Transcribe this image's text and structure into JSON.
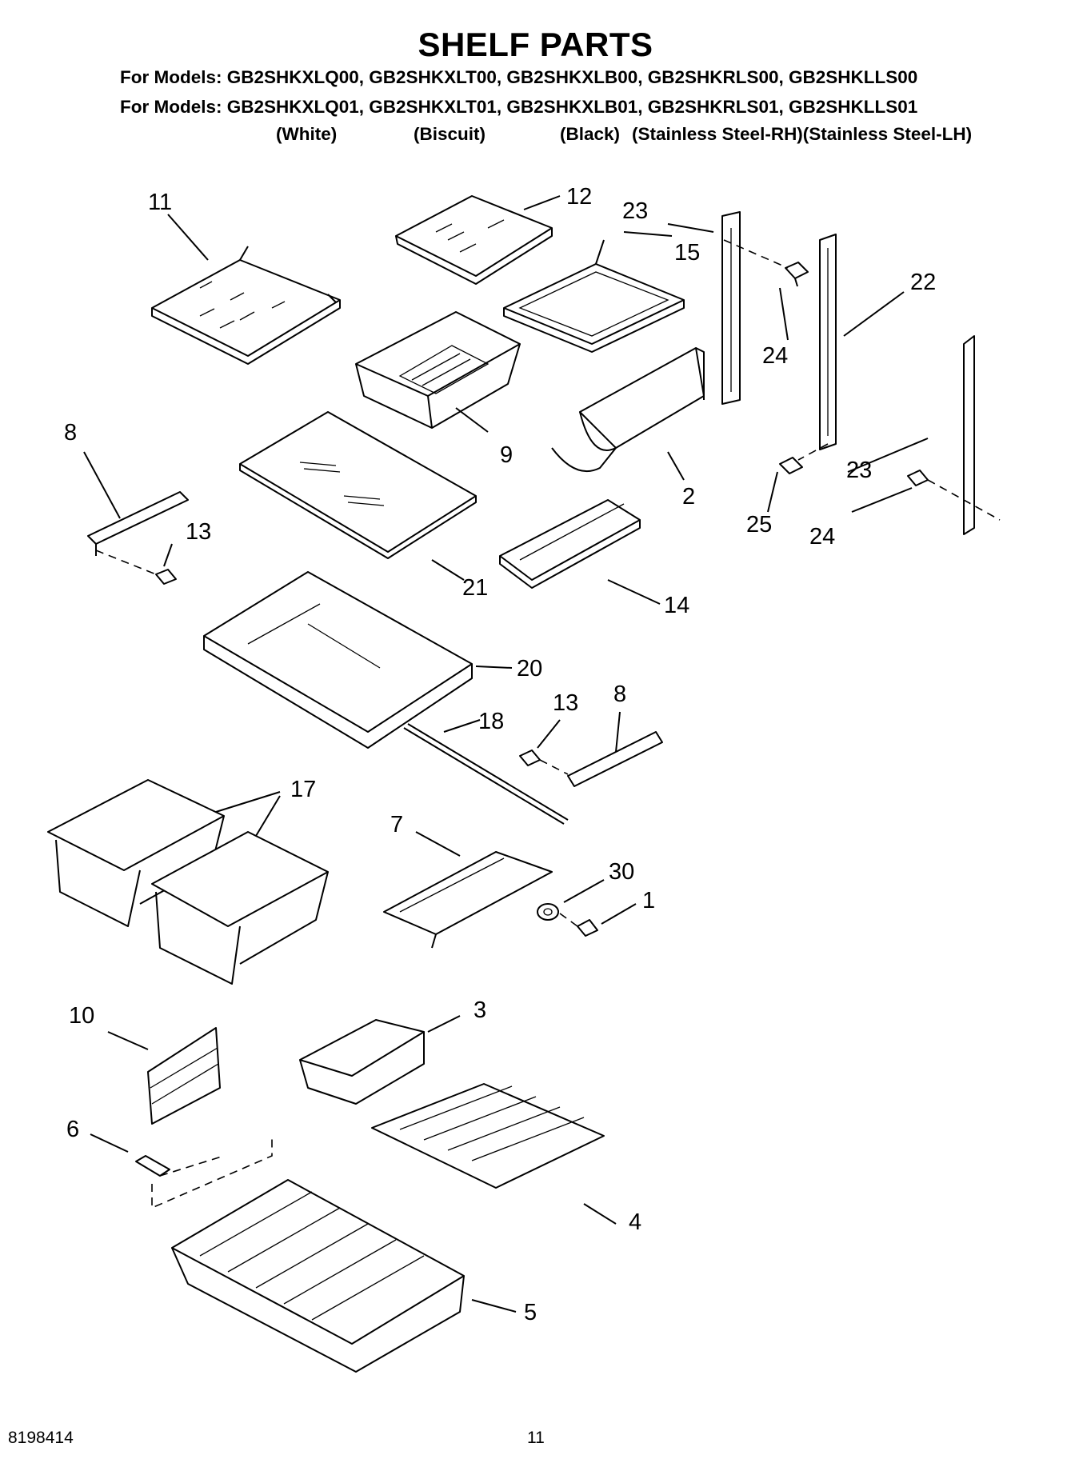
{
  "header": {
    "title": "SHELF PARTS",
    "models_line1": "For Models: GB2SHKXLQ00, GB2SHKXLT00, GB2SHKXLB00, GB2SHKRLS00, GB2SHKLLS00",
    "models_line2": "For Models: GB2SHKXLQ01, GB2SHKXLT01, GB2SHKXLB01, GB2SHKRLS01, GB2SHKLLS01",
    "variants": [
      "(White)",
      "(Biscuit)",
      "(Black)",
      "(Stainless Steel-RH)(Stainless Steel-LH)"
    ]
  },
  "callouts": [
    {
      "id": "11",
      "label": "11"
    },
    {
      "id": "12",
      "label": "12"
    },
    {
      "id": "23a",
      "label": "23"
    },
    {
      "id": "15",
      "label": "15"
    },
    {
      "id": "22",
      "label": "22"
    },
    {
      "id": "24a",
      "label": "24"
    },
    {
      "id": "9",
      "label": "9"
    },
    {
      "id": "8a",
      "label": "8"
    },
    {
      "id": "2",
      "label": "2"
    },
    {
      "id": "23b",
      "label": "23"
    },
    {
      "id": "13a",
      "label": "13"
    },
    {
      "id": "25",
      "label": "25"
    },
    {
      "id": "24b",
      "label": "24"
    },
    {
      "id": "21",
      "label": "21"
    },
    {
      "id": "14",
      "label": "14"
    },
    {
      "id": "20",
      "label": "20"
    },
    {
      "id": "13b",
      "label": "13"
    },
    {
      "id": "8b",
      "label": "8"
    },
    {
      "id": "18",
      "label": "18"
    },
    {
      "id": "17",
      "label": "17"
    },
    {
      "id": "7",
      "label": "7"
    },
    {
      "id": "30",
      "label": "30"
    },
    {
      "id": "1",
      "label": "1"
    },
    {
      "id": "10",
      "label": "10"
    },
    {
      "id": "3",
      "label": "3"
    },
    {
      "id": "6",
      "label": "6"
    },
    {
      "id": "4",
      "label": "4"
    },
    {
      "id": "5",
      "label": "5"
    }
  ],
  "footer": {
    "doc_number": "8198414",
    "page_number": "11"
  }
}
